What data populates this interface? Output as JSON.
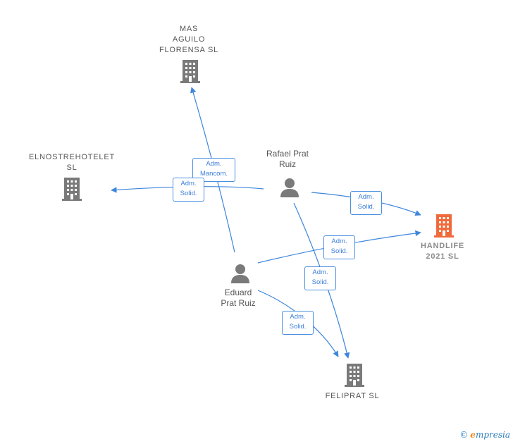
{
  "nodes": {
    "mas_aguilo": {
      "label": "MAS\nAGUILO\nFLORENSA  SL",
      "type": "company"
    },
    "elnostre": {
      "label": "ELNOSTREHOTELET\nSL",
      "type": "company"
    },
    "handlife": {
      "label": "HANDLIFE\n2021  SL",
      "type": "company-focus"
    },
    "feliprat": {
      "label": "FELIPRAT  SL",
      "type": "company"
    },
    "rafael": {
      "label": "Rafael Prat\nRuiz",
      "type": "person"
    },
    "eduard": {
      "label": "Eduard\nPrat Ruiz",
      "type": "person"
    }
  },
  "edges": [
    {
      "from": "eduard",
      "to": "mas_aguilo",
      "label": "Adm.\nMancom."
    },
    {
      "from": "rafael",
      "to": "elnostre",
      "label": "Adm.\nSolid."
    },
    {
      "from": "rafael",
      "to": "handlife",
      "label": "Adm.\nSolid."
    },
    {
      "from": "eduard",
      "to": "handlife",
      "label": "Adm.\nSolid."
    },
    {
      "from": "rafael",
      "to": "feliprat",
      "label": "Adm.\nSolid."
    },
    {
      "from": "eduard",
      "to": "feliprat",
      "label": "Adm.\nSolid."
    }
  ],
  "colors": {
    "company": "#7a7a7a",
    "focus": "#f06a3a",
    "person": "#7a7a7a",
    "edge": "#3d86dc"
  },
  "icons": {
    "company": "building-icon",
    "person": "person-icon"
  },
  "watermark": {
    "symbol": "©",
    "brand_first": "e",
    "brand_rest": "mpresia"
  }
}
